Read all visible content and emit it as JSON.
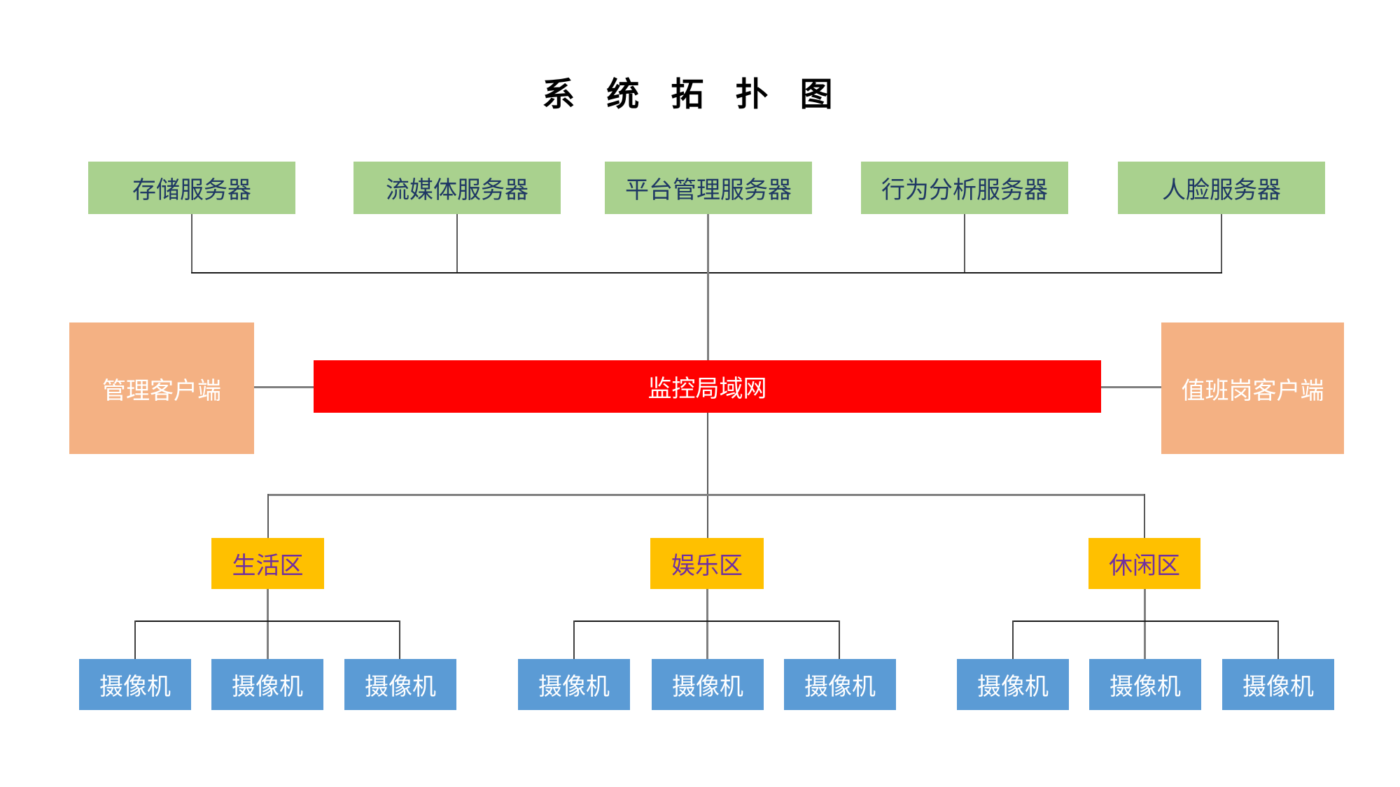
{
  "title": "系 统 拓 扑 图",
  "servers": [
    {
      "label": "存储服务器"
    },
    {
      "label": "流媒体服务器"
    },
    {
      "label": "平台管理服务器"
    },
    {
      "label": "行为分析服务器"
    },
    {
      "label": "人脸服务器"
    }
  ],
  "network": {
    "label": "监控局域网"
  },
  "clients": [
    {
      "label": "管理客户端"
    },
    {
      "label": "值班岗客户端"
    }
  ],
  "areas": [
    {
      "label": "生活区"
    },
    {
      "label": "娱乐区"
    },
    {
      "label": "休闲区"
    }
  ],
  "cameras": [
    {
      "label": "摄像机"
    },
    {
      "label": "摄像机"
    },
    {
      "label": "摄像机"
    },
    {
      "label": "摄像机"
    },
    {
      "label": "摄像机"
    },
    {
      "label": "摄像机"
    },
    {
      "label": "摄像机"
    },
    {
      "label": "摄像机"
    },
    {
      "label": "摄像机"
    }
  ],
  "colors": {
    "server_bg": "#a9d18e",
    "server_text": "#1f3864",
    "client_bg": "#f4b183",
    "client_text": "#ffffff",
    "network_bg": "#ff0000",
    "network_text": "#ffffff",
    "area_bg": "#ffc000",
    "area_text": "#7030a0",
    "camera_bg": "#5b9bd5",
    "camera_text": "#ffffff",
    "line_gray": "#7f7f7f",
    "line_dark": "#404040"
  }
}
